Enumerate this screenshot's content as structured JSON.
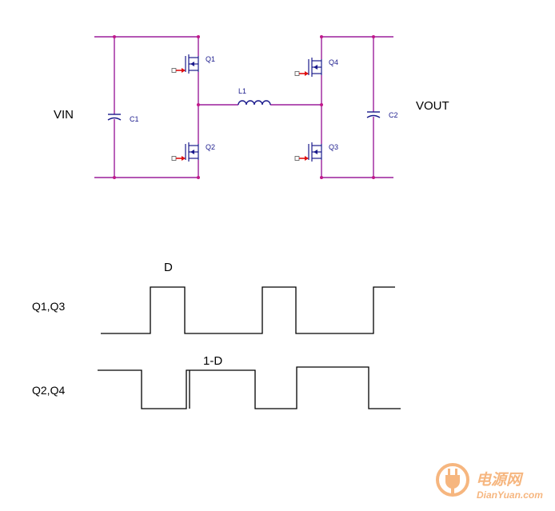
{
  "circuit": {
    "vin": "VIN",
    "vout": "VOUT",
    "c1": "C1",
    "c2": "C2",
    "l1": "L1",
    "q1": "Q1",
    "q2": "Q2",
    "q3": "Q3",
    "q4": "Q4"
  },
  "waveforms": {
    "q1q3_label": "Q1,Q3",
    "q2q4_label": "Q2,Q4",
    "duty": "D",
    "inv_duty": "1-D"
  },
  "watermark": {
    "cn": "电源网",
    "url": "DianYuan.com"
  },
  "colors": {
    "wire": "#9b1f9b",
    "component": "#1a1a8c",
    "arrow": "#e01010",
    "node": "#c0188a",
    "watermark": "#f4a460"
  }
}
